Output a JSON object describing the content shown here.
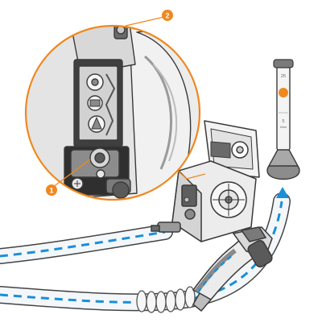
{
  "colors": {
    "accent": "#f0881f",
    "hose_flow": "#1a8fd8",
    "line": "#3a3a3a",
    "gray_fill": "#8a8a8a",
    "light_fill": "#e8e8e8"
  },
  "callouts": [
    {
      "number": "1"
    },
    {
      "number": "2"
    }
  ],
  "gauge": {
    "top_value": "25",
    "bottom_value": "5",
    "unit": "l/min"
  }
}
